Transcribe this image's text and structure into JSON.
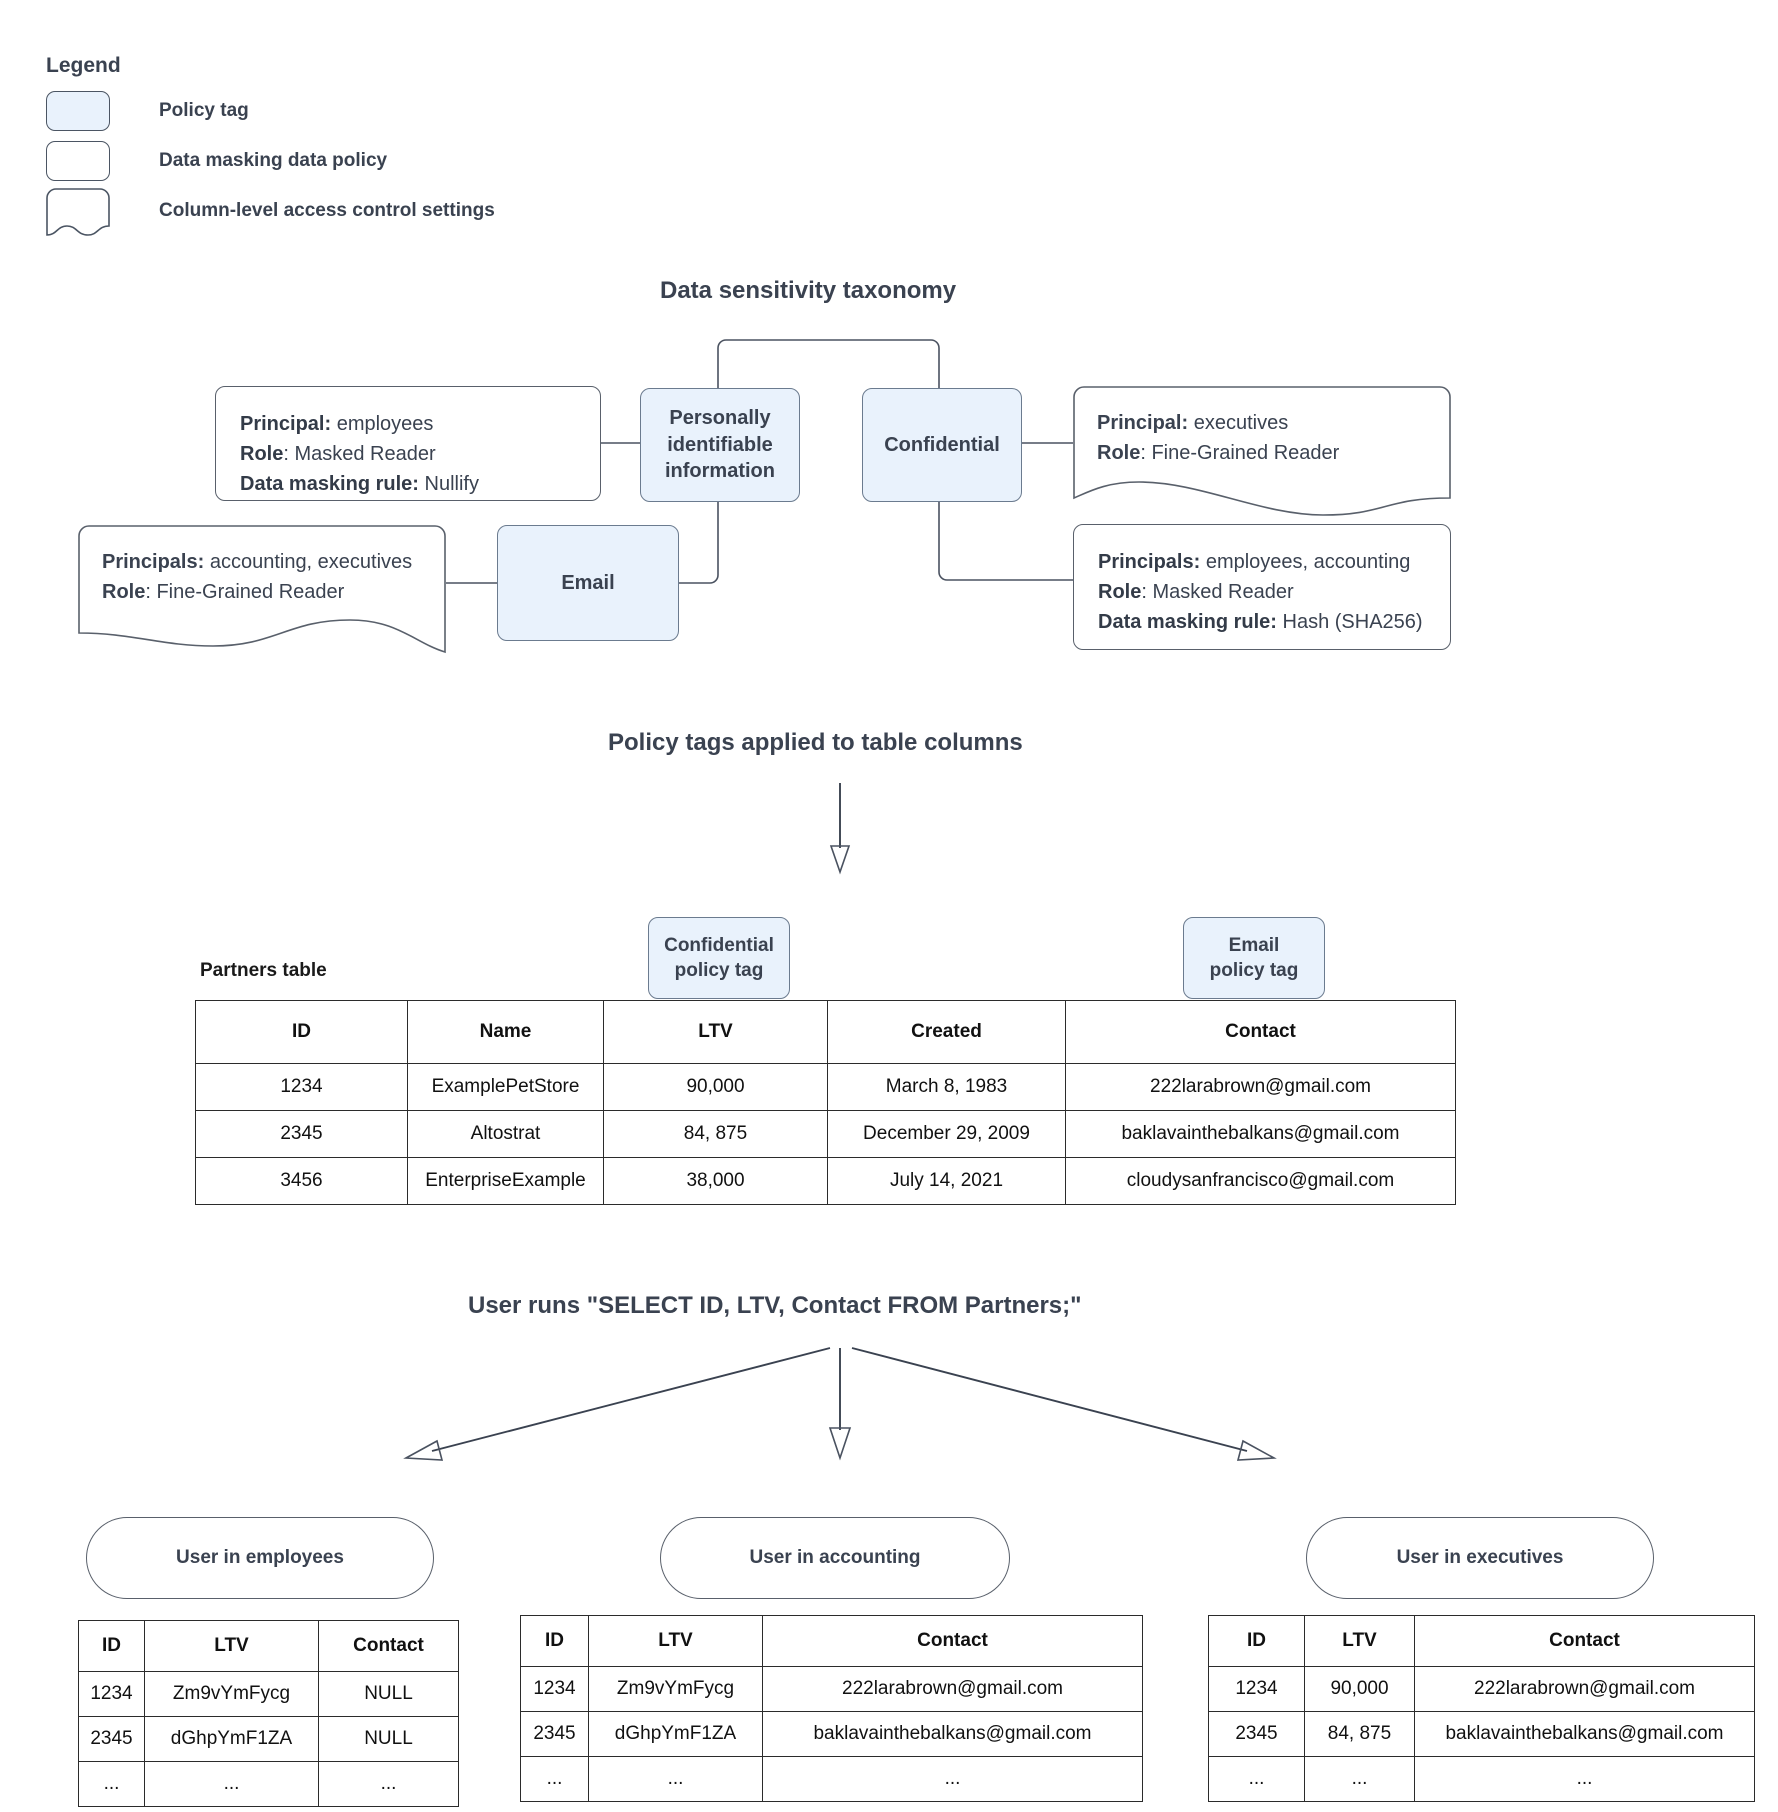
{
  "legend": {
    "title": "Legend",
    "items": [
      {
        "kind": "policy-tag",
        "label": "Policy tag"
      },
      {
        "kind": "data-masking-policy",
        "label": "Data masking data policy"
      },
      {
        "kind": "column-access-control",
        "label": "Column-level access control settings"
      }
    ]
  },
  "taxonomy": {
    "title": "Data sensitivity taxonomy",
    "tags": {
      "pii": "Personally identifiable information",
      "confidential": "Confidential",
      "email": "Email"
    },
    "policies": {
      "pii_masking": {
        "line1_label": "Principal:",
        "line1_value": " employees",
        "line2_label": "Role",
        "line2_value": ": Masked Reader",
        "line3_label": "Data masking rule:",
        "line3_value": " Nullify"
      },
      "email_access": {
        "line1_label": "Principals:",
        "line1_value": " accounting, executives",
        "line2_label": "Role",
        "line2_value": ": Fine-Grained Reader"
      },
      "confidential_access": {
        "line1_label": "Principal:",
        "line1_value": " executives",
        "line2_label": "Role",
        "line2_value": ": Fine-Grained Reader"
      },
      "confidential_masking": {
        "line1_label": "Principals:",
        "line1_value": " employees, accounting",
        "line2_label": "Role",
        "line2_value": ": Masked Reader",
        "line3_label": "Data masking rule:",
        "line3_value": " Hash (SHA256)"
      }
    }
  },
  "applied": {
    "title": "Policy tags applied to table columns",
    "table_label": "Partners table",
    "tag_confidential": "Confidential\npolicy tag",
    "tag_confidential_l1": "Confidential",
    "tag_confidential_l2": "policy tag",
    "tag_email_l1": "Email",
    "tag_email_l2": "policy tag",
    "columns": [
      "ID",
      "Name",
      "LTV",
      "Created",
      "Contact"
    ],
    "rows": [
      [
        "1234",
        "ExamplePetStore",
        "90,000",
        "March 8, 1983",
        "222larabrown@gmail.com"
      ],
      [
        "2345",
        "Altostrat",
        "84, 875",
        "December 29, 2009",
        "baklavainthebalkans@gmail.com"
      ],
      [
        "3456",
        "EnterpriseExample",
        "38,000",
        "July 14, 2021",
        "cloudysanfrancisco@gmail.com"
      ]
    ]
  },
  "query": {
    "title": "User runs \"SELECT ID, LTV, Contact FROM Partners;\""
  },
  "results": [
    {
      "actor": "User in employees",
      "columns": [
        "ID",
        "LTV",
        "Contact"
      ],
      "rows": [
        [
          "1234",
          "Zm9vYmFycg",
          "NULL"
        ],
        [
          "2345",
          "dGhpYmF1ZA",
          "NULL"
        ],
        [
          "...",
          "...",
          "..."
        ]
      ]
    },
    {
      "actor": "User in accounting",
      "columns": [
        "ID",
        "LTV",
        "Contact"
      ],
      "rows": [
        [
          "1234",
          "Zm9vYmFycg",
          "222larabrown@gmail.com"
        ],
        [
          "2345",
          "dGhpYmF1ZA",
          "baklavainthebalkans@gmail.com"
        ],
        [
          "...",
          "...",
          "..."
        ]
      ]
    },
    {
      "actor": "User in executives",
      "columns": [
        "ID",
        "LTV",
        "Contact"
      ],
      "rows": [
        [
          "1234",
          "90,000",
          "222larabrown@gmail.com"
        ],
        [
          "2345",
          "84, 875",
          "baklavainthebalkans@gmail.com"
        ],
        [
          "...",
          "...",
          "..."
        ]
      ]
    }
  ],
  "colors": {
    "policy_tag_fill": "#e9f2fc",
    "box_stroke": "#59606b",
    "text": "#3a4250",
    "table_stroke": "#2b2b2b"
  }
}
